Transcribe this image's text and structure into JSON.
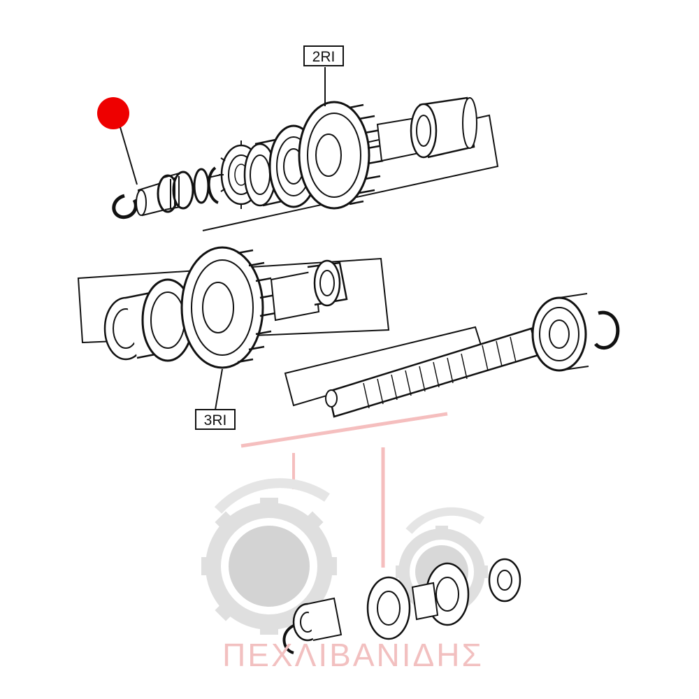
{
  "callouts": {
    "upper_shaft_label": "2RI",
    "lower_gear_label": "3RI"
  },
  "marker": {
    "color": "#ee0000"
  },
  "watermark": {
    "brand_text": "ΠΕΧΛΙΒΑΝΙΔΗΣ",
    "color": "#f2c0c0",
    "gear_color": "#d9d9d9"
  }
}
